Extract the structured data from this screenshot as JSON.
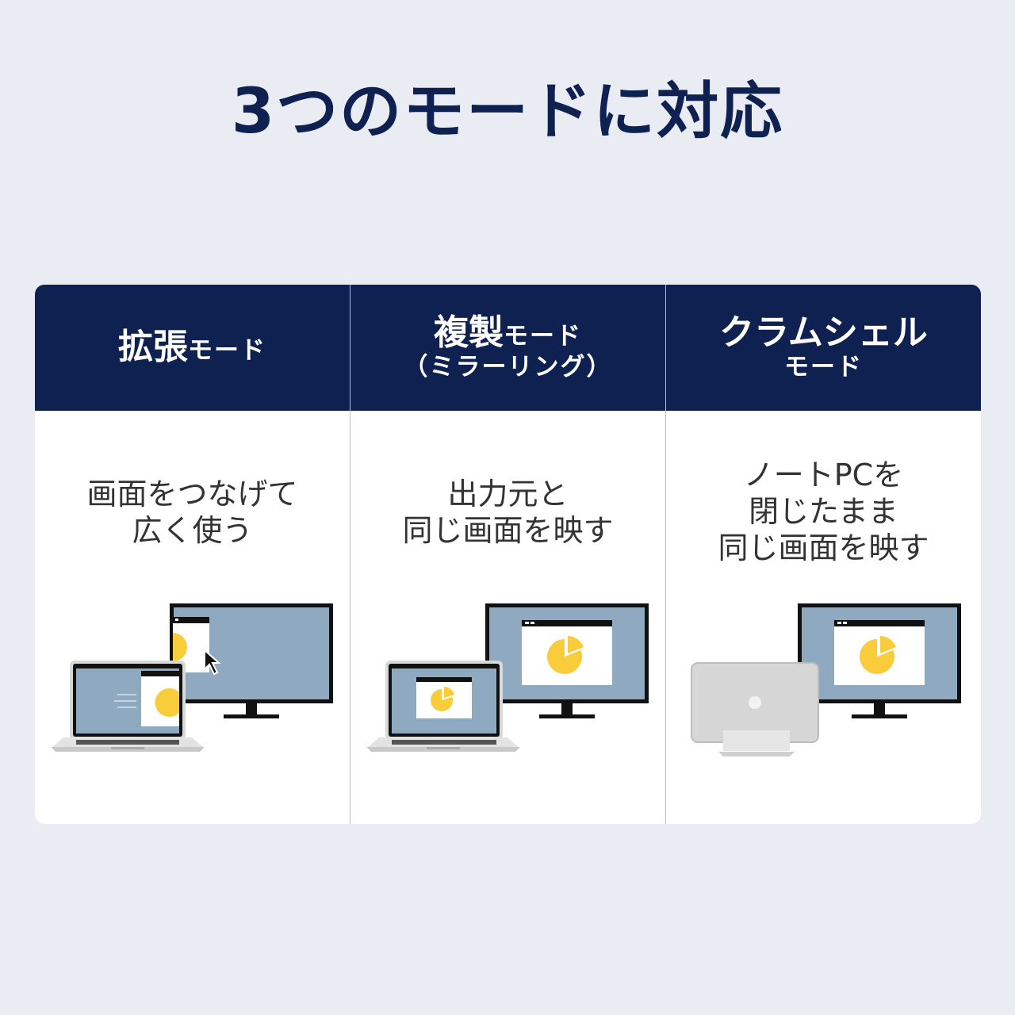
{
  "title": "3つのモードに対応",
  "modes": [
    {
      "head_main": "拡張",
      "head_suffix": "モード",
      "desc_lines": [
        "画面をつなげて",
        "広く使う"
      ]
    },
    {
      "head_main": "複製",
      "head_suffix": "モード",
      "head_sub": "（ミラーリング）",
      "desc_lines": [
        "出力元と",
        "同じ画面を映す"
      ]
    },
    {
      "head_main": "クラムシェル",
      "head_sub": "モード",
      "desc_lines": [
        "ノートPCを",
        "閉じたまま",
        "同じ画面を映す"
      ]
    }
  ],
  "colors": {
    "navy": "#0f2151",
    "screen": "#8fa9c1",
    "chart": "#f8cc3a"
  },
  "icons": [
    "monitor-icon",
    "laptop-icon",
    "window-icon",
    "pie-chart-icon",
    "cursor-icon",
    "laptop-stand-icon"
  ]
}
